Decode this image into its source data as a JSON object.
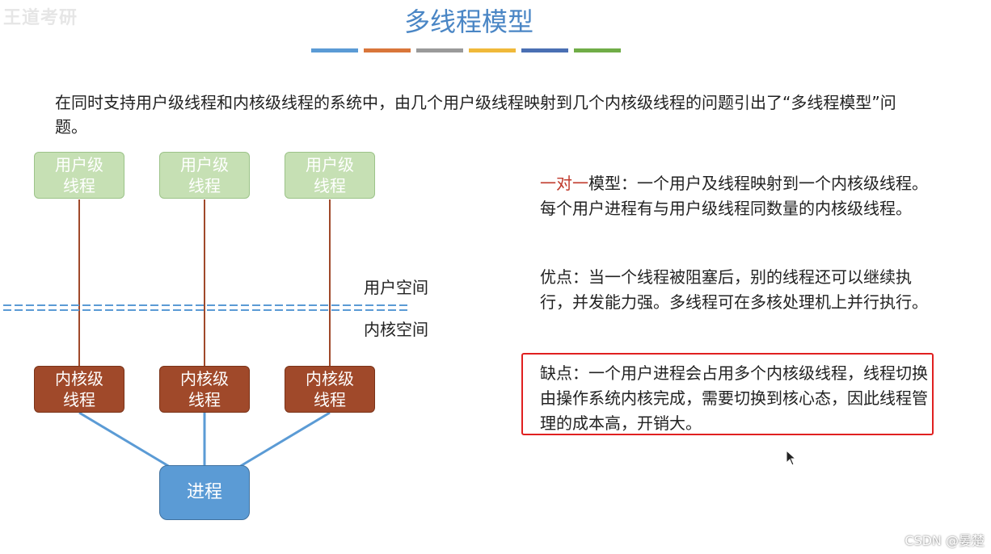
{
  "watermark": "王道考研",
  "title": "多线程模型",
  "stripe_colors": [
    "#5b9bd5",
    "#d9763a",
    "#9a9a9a",
    "#f0b93a",
    "#4a6fb3",
    "#70ad47"
  ],
  "intro": "在同时支持用户级线程和内核级线程的系统中，由几个用户级线程映射到几个内核级线程的问题引出了“多线程模型”问题。",
  "diagram": {
    "user_threads": [
      "用户级\n线程",
      "用户级\n线程",
      "用户级\n线程"
    ],
    "kernel_threads": [
      "内核级\n线程",
      "内核级\n线程",
      "内核级\n线程"
    ],
    "process": "进程",
    "user_space": "用户空间",
    "kernel_space": "内核空间"
  },
  "model": {
    "name": "一对一",
    "description": "模型：一个用户及线程映射到一个内核级线程。每个用户进程有与用户级线程同数量的内核级线程。"
  },
  "pros": "优点：当一个线程被阻塞后，别的线程还可以继续执行，并发能力强。多线程可在多核处理机上并行执行。",
  "cons": "缺点：一个用户进程会占用多个内核级线程，线程切换由操作系统内核完成，需要切换到核心态，因此线程管理的成本高，开销大。",
  "footer": "CSDN @晏楚"
}
